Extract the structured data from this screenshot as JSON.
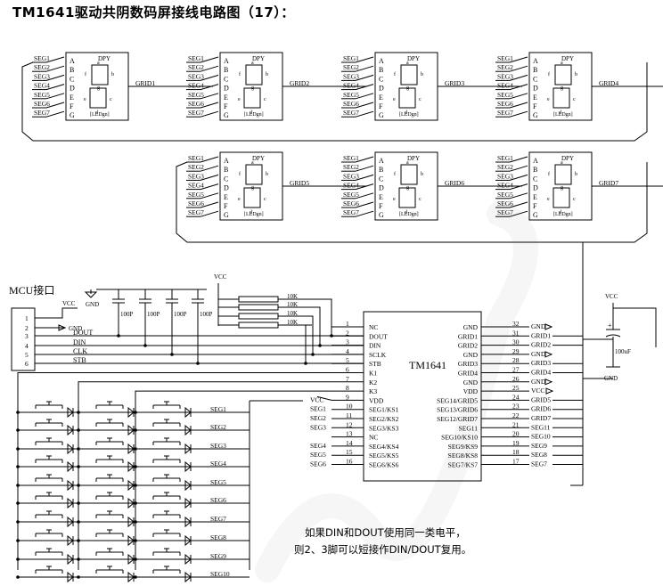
{
  "title": "TM1641驱动共阴数码屏接线电路图（17）：",
  "display": {
    "seg_labels": [
      "SEG1",
      "SEG2",
      "SEG3",
      "SEG4",
      "SEG5",
      "SEG6",
      "SEG7"
    ],
    "letters": [
      "A",
      "B",
      "C",
      "D",
      "E",
      "F",
      "G"
    ],
    "dpy": "DPY",
    "seg_a": "a",
    "seg_b": "b",
    "seg_c": "c",
    "seg_d": "d",
    "seg_e": "e",
    "seg_f": "f",
    "seg_g": "g",
    "led_text": "[LEDgn]",
    "grids": [
      "GRID1",
      "GRID2",
      "GRID3",
      "GRID4",
      "GRID5",
      "GRID6",
      "GRID7"
    ]
  },
  "mcu": {
    "label": "MCU接口",
    "vcc": "VCC",
    "gnd": "GND",
    "pins": [
      "1",
      "2",
      "3",
      "4",
      "5",
      "6"
    ],
    "signals": [
      "DOUT",
      "DIN",
      "CLK",
      "STB"
    ],
    "caps": [
      "100P",
      "100P",
      "100P",
      "100P"
    ],
    "res": [
      "10K",
      "10K",
      "10K",
      "10K"
    ],
    "res_vcc": "VCC"
  },
  "chip": {
    "name": "TM1641",
    "left_pins": [
      {
        "num": "1",
        "name": "NC"
      },
      {
        "num": "2",
        "name": "DOUT"
      },
      {
        "num": "3",
        "name": "DIN"
      },
      {
        "num": "4",
        "name": "SCLK"
      },
      {
        "num": "5",
        "name": "STB"
      },
      {
        "num": "6",
        "name": "K1"
      },
      {
        "num": "7",
        "name": "K2"
      },
      {
        "num": "8",
        "name": "K3"
      },
      {
        "num": "9",
        "name": "VDD"
      },
      {
        "num": "10",
        "name": "SEG1/KS1"
      },
      {
        "num": "11",
        "name": "SEG2/KS2"
      },
      {
        "num": "12",
        "name": "SEG3/KS3"
      },
      {
        "num": "13",
        "name": "NC"
      },
      {
        "num": "14",
        "name": "SEG4/KS4"
      },
      {
        "num": "15",
        "name": "SEG5/KS5"
      },
      {
        "num": "16",
        "name": "SEG6/KS6"
      }
    ],
    "right_pins": [
      {
        "num": "32",
        "name": "GND"
      },
      {
        "num": "31",
        "name": "GRID1"
      },
      {
        "num": "30",
        "name": "GRID2"
      },
      {
        "num": "29",
        "name": "GND"
      },
      {
        "num": "28",
        "name": "GRID3"
      },
      {
        "num": "27",
        "name": "GRID4"
      },
      {
        "num": "26",
        "name": "GND"
      },
      {
        "num": "25",
        "name": "VDD"
      },
      {
        "num": "24",
        "name": "SEG14/GRID5"
      },
      {
        "num": "23",
        "name": "SEG13/GRID6"
      },
      {
        "num": "22",
        "name": "SEG12/GRID7"
      },
      {
        "num": "21",
        "name": "SEG11"
      },
      {
        "num": "20",
        "name": "SEG10/KS10"
      },
      {
        "num": "19",
        "name": "SEG9/KS9"
      },
      {
        "num": "18",
        "name": "SEG8/KS8"
      },
      {
        "num": "17",
        "name": "SEG7/KS7"
      }
    ],
    "left_ext": [
      "",
      "",
      "",
      "",
      "",
      "",
      "",
      "",
      "VCC",
      "SEG1",
      "SEG2",
      "SEG3",
      "",
      "SEG4",
      "SEG5",
      "SEG6"
    ],
    "right_ext": [
      "GND",
      "GRID1",
      "GRID2",
      "GND",
      "GRID3",
      "GRID4",
      "GND",
      "VCC",
      "GRID5",
      "GRID6",
      "GRID7",
      "SEG11",
      "SEG10",
      "SEG9",
      "SEG8",
      "SEG7"
    ]
  },
  "power": {
    "vcc": "VCC",
    "gnd": "GND",
    "cap": "100uF",
    "plus": "+"
  },
  "keys": {
    "seg_labels": [
      "SEG1",
      "SEG2",
      "SEG3",
      "SEG4",
      "SEG5",
      "SEG6",
      "SEG7",
      "SEG8",
      "SEG9",
      "SEG10"
    ]
  },
  "notes": [
    "如果DIN和DOUT使用同一类电平，",
    "则2、3脚可以短接作DIN/DOUT复用。"
  ]
}
